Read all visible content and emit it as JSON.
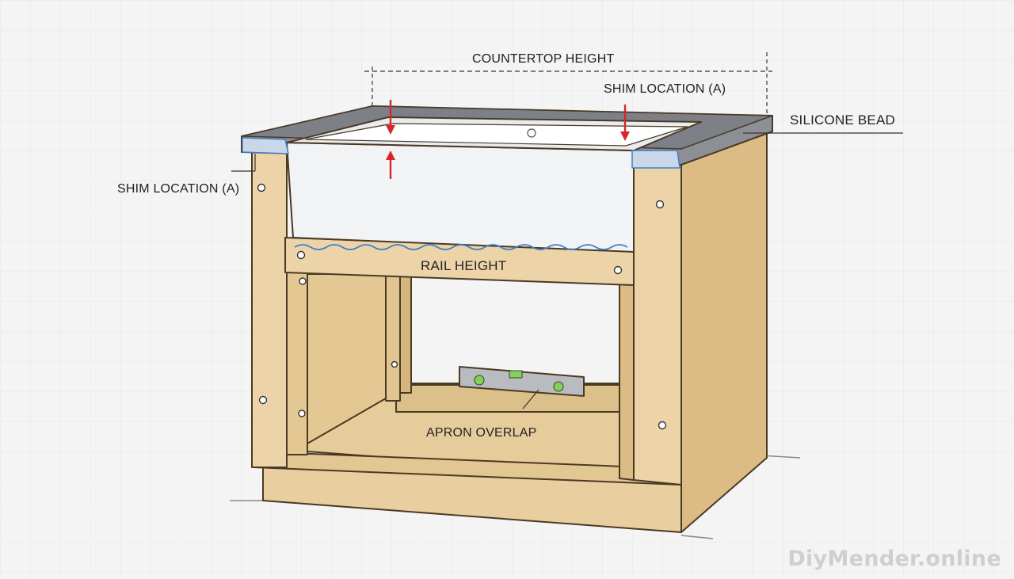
{
  "labels": {
    "countertop_height": "COUNTERTOP HEIGHT",
    "shim_location_right": "SHIM LOCATION (A)",
    "silicone_bead": "SILICONE BEAD",
    "shim_location_left": "SHIM LOCATION (A)",
    "rail_height": "RAIL HEIGHT",
    "apron_overlap": "APRON OVERLAP"
  },
  "watermark": "DiyMender.online",
  "colors": {
    "wood_light": "#ecd4a8",
    "wood_mid": "#ddbb85",
    "wood_dark": "#c9a46d",
    "wood_outline": "#4a3a24",
    "countertop": "#8c9096",
    "sink": "#f2f3f5",
    "arrow": "#d9262a",
    "silicone": "#3f7ec8",
    "level": "#b8bcc0",
    "bubble": "#7fd35a"
  }
}
